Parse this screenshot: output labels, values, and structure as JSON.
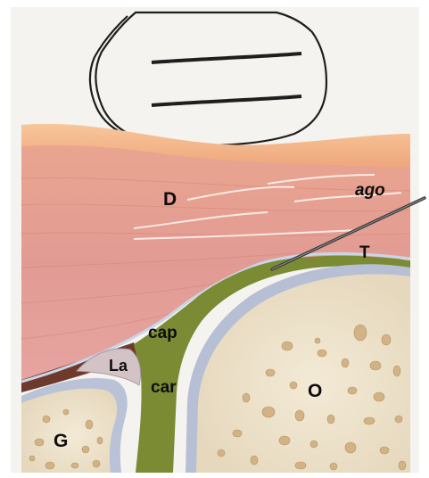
{
  "labels": {
    "D": "D",
    "ago": "ago",
    "T": "T",
    "cap": "cap",
    "La": "La",
    "car": "car",
    "O": "O",
    "G": "G"
  },
  "colors": {
    "skin": "#f4b489",
    "muscle": "#e39a8e",
    "cartilage": "#7d8a37",
    "bone": "#efe4cf",
    "labrum": "#d1c2c6",
    "needle": "#4a4a4a"
  }
}
